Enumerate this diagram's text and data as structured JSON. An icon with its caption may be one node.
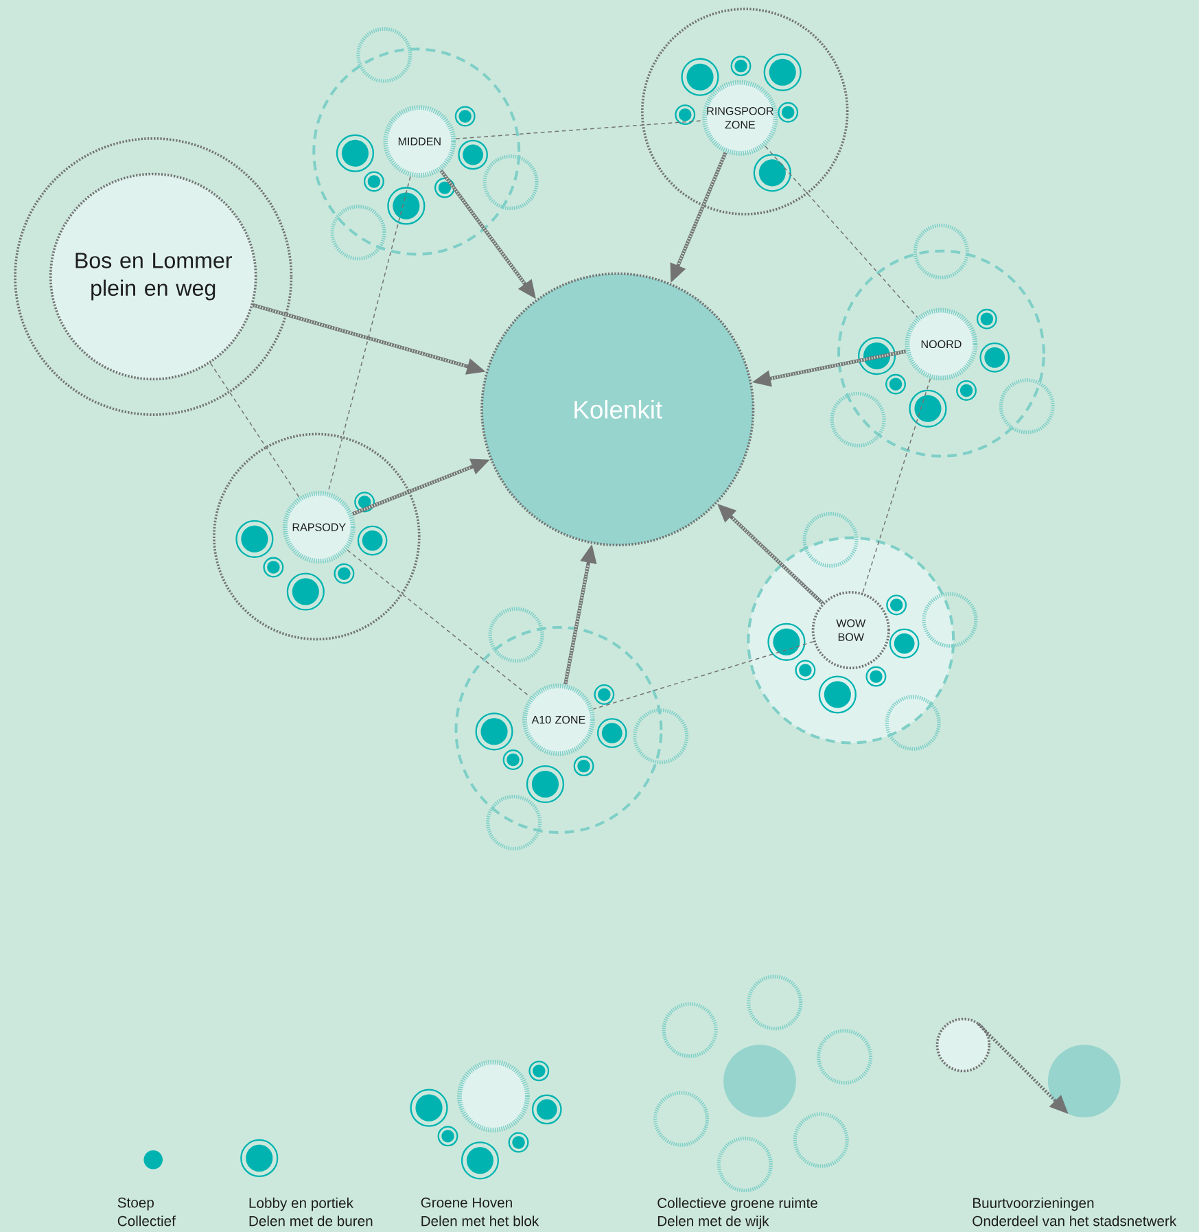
{
  "diagram": {
    "nodes": [
      {
        "text": [
          "Bos en Lommer plein en weg"
        ]
      },
      {
        "text": [
          "MIDDEN"
        ]
      },
      {
        "text": [
          "RINGSPOOR ZONE"
        ]
      },
      {
        "text": [
          "NOORD"
        ]
      },
      {
        "text": [
          "RAPSODY"
        ]
      },
      {
        "text": [
          "A10 ZONE"
        ]
      },
      {
        "text": [
          "WOW BOW"
        ]
      },
      {
        "text": [
          "Kolenkit"
        ]
      }
    ],
    "edges": [
      {
        "from": 0,
        "to": 7,
        "arrow": "to",
        "style": "thick"
      },
      {
        "from": 1,
        "to": 7,
        "arrow": "to",
        "style": "thick"
      },
      {
        "from": 2,
        "to": 7,
        "arrow": "to",
        "style": "thick"
      },
      {
        "from": 3,
        "to": 7,
        "arrow": "to",
        "style": "thick"
      },
      {
        "from": 6,
        "to": 7,
        "arrow": "to",
        "style": "thick"
      },
      {
        "from": 5,
        "to": 7,
        "arrow": "to",
        "style": "thick"
      },
      {
        "from": 4,
        "to": 7,
        "arrow": "to",
        "style": "thick"
      },
      {
        "from": 0,
        "to": 4,
        "arrow": "none",
        "style": "dashed"
      },
      {
        "from": 4,
        "to": 5,
        "arrow": "none",
        "style": "dashed"
      },
      {
        "from": 1,
        "to": 2,
        "arrow": "none",
        "style": "dashed"
      },
      {
        "from": 1,
        "to": 4,
        "arrow": "none",
        "style": "dashed"
      },
      {
        "from": 2,
        "to": 3,
        "arrow": "none",
        "style": "dashed"
      },
      {
        "from": 3,
        "to": 6,
        "arrow": "none",
        "style": "dashed"
      },
      {
        "from": 6,
        "to": 5,
        "arrow": "none",
        "style": "dashed"
      }
    ],
    "legend": [
      {
        "text": "Stoep"
      },
      {
        "text": "Collectief"
      },
      {
        "text": "Lobby en portiek"
      },
      {
        "text": "Delen met de buren"
      },
      {
        "text": "Groene Hoven"
      },
      {
        "text": "Delen met het blok"
      },
      {
        "text": "Collectieve groene ruimte"
      },
      {
        "text": "Delen met de wijk"
      },
      {
        "text": "Buurtvoorzieningen"
      },
      {
        "text": "Onderdeel van het stadsnetwerk"
      }
    ]
  }
}
